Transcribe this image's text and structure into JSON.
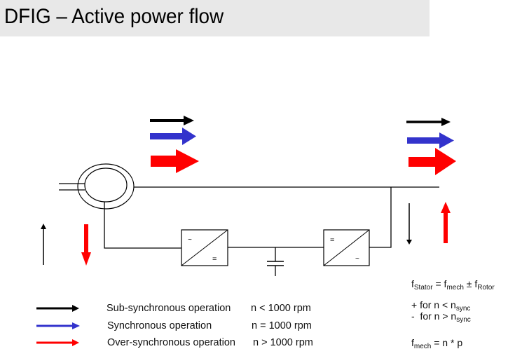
{
  "title": "DFIG – Active power flow",
  "colors": {
    "sub_synchronous": "#000000",
    "synchronous": "#3333cc",
    "over_synchronous": "#ff0000",
    "title_bar_bg": "#e8e8e8",
    "line": "#000000"
  },
  "diagram": {
    "generator": {
      "name": "DFIG machine (stator ring / rotor)"
    },
    "converter_rotor_side": {
      "top_left_symbol": "~",
      "bottom_right_symbol": "="
    },
    "dc_link": {
      "component": "capacitor"
    },
    "converter_grid_side": {
      "top_left_symbol": "=",
      "bottom_right_symbol": "~"
    },
    "stator_power_arrows": [
      "sub_synchronous",
      "synchronous",
      "over_synchronous"
    ],
    "grid_power_arrows": [
      "sub_synchronous",
      "synchronous",
      "over_synchronous"
    ],
    "rotor_power_arrows": [
      {
        "mode": "sub_synchronous",
        "direction": "up"
      },
      {
        "mode": "over_synchronous",
        "direction": "down"
      }
    ],
    "grid_converter_arrows": [
      {
        "mode": "sub_synchronous",
        "direction": "down"
      },
      {
        "mode": "over_synchronous",
        "direction": "up"
      }
    ]
  },
  "legend": [
    {
      "mode": "sub_synchronous",
      "label": "Sub-synchronous operation",
      "condition": "n < 1000 rpm"
    },
    {
      "mode": "synchronous",
      "label": "Synchronous operation",
      "condition": "n = 1000 rpm"
    },
    {
      "mode": "over_synchronous",
      "label": "Over-synchronous operation",
      "condition": "n > 1000 rpm"
    }
  ],
  "formulas": {
    "stator_freq": {
      "f": "f",
      "stator_sub": "Stator",
      "eq": " = f",
      "mech_sub": "mech",
      "pm": " ± f",
      "rotor_sub": "Rotor"
    },
    "plus_line": {
      "text": "+ for n < n",
      "sub": "sync"
    },
    "minus_line": {
      "text": "-  for n > n",
      "sub": "sync"
    },
    "mech_freq": {
      "f": "f",
      "mech_sub": "mech",
      "rest": " = n * p"
    }
  }
}
